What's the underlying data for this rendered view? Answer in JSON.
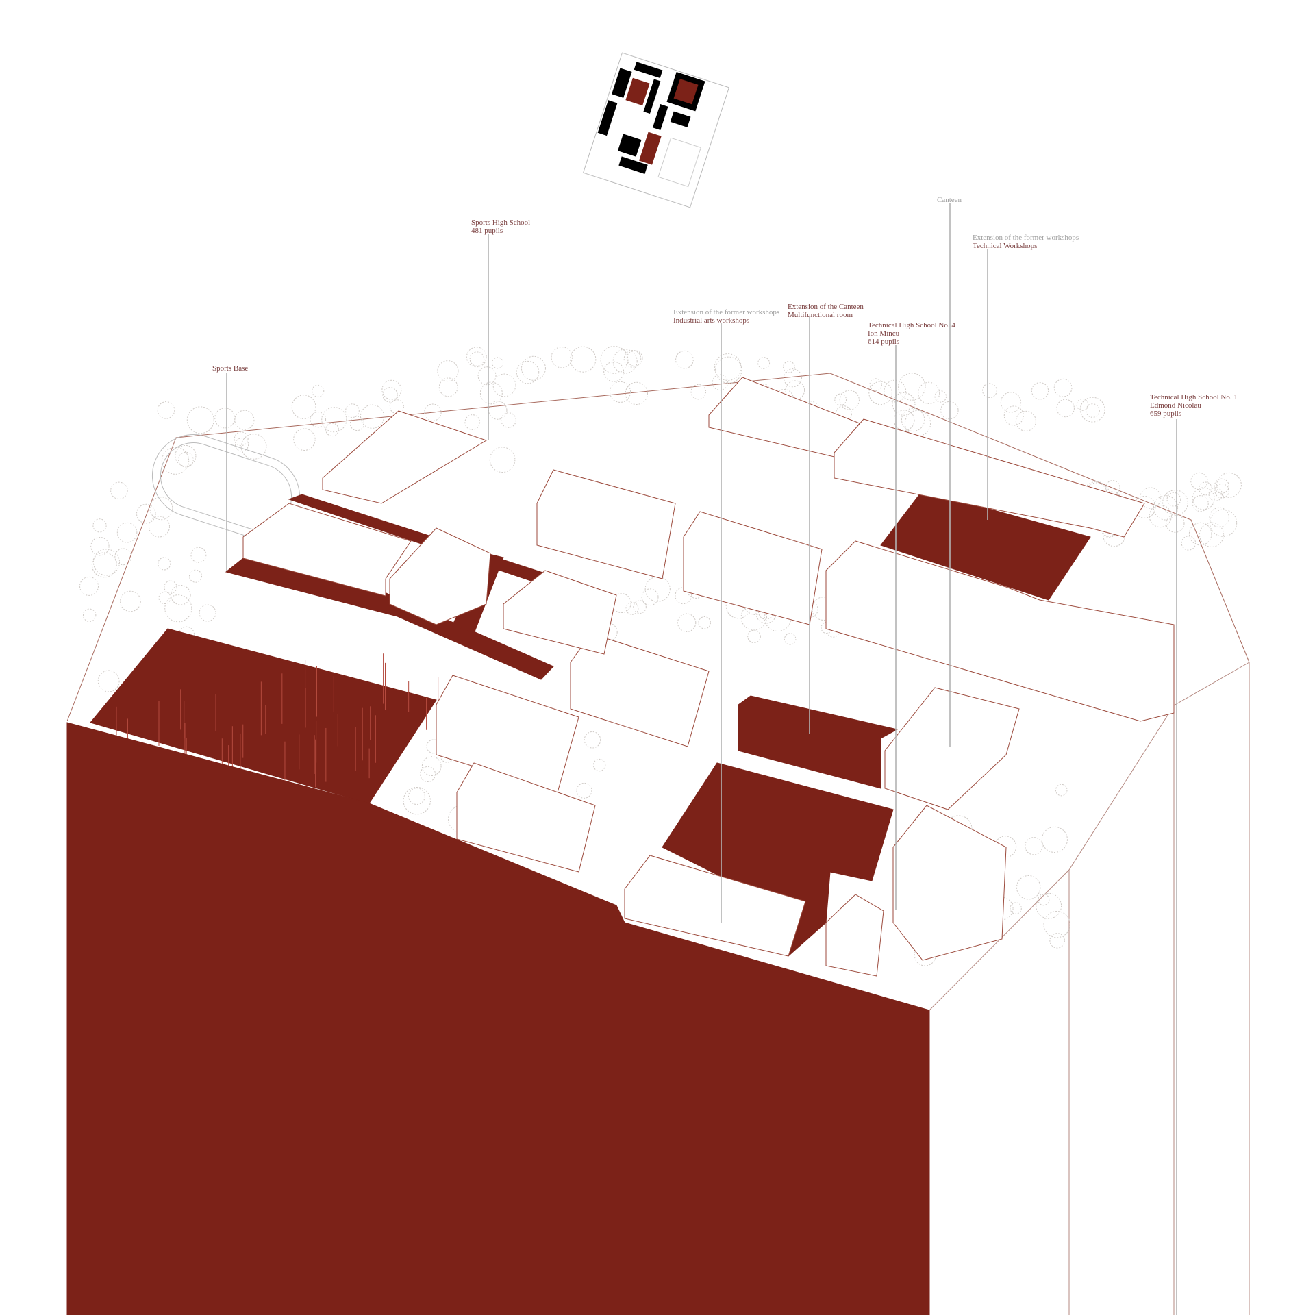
{
  "title": "Axonometric site plan of school campus",
  "colors": {
    "accent_red": "#7c2218",
    "label_text": "#7a3f3f",
    "secondary_text": "#a0a0a0",
    "outline": "#9c4a3c"
  },
  "labels": {
    "sports_base": {
      "line1": "Sports Base"
    },
    "sports_high_school": {
      "line1": "Sports High School",
      "line2": "481 pupils"
    },
    "industrial_arts": {
      "line1": "Extension of the former workshops",
      "line2": "Industrial arts workshops"
    },
    "canteen_extension": {
      "line1": "Extension of the Canteen",
      "line2": "Multifunctional room"
    },
    "technical_hs4": {
      "line1": "Technical High School No. 4",
      "line2": "Ion Mincu",
      "line3": "614 pupils"
    },
    "canteen": {
      "line1": "Canteen"
    },
    "technical_workshops": {
      "line1": "Extension of the former workshops",
      "line2": "Technical Workshops"
    },
    "technical_hs1": {
      "line1": "Technical High School No. 1",
      "line2": "Edmond Nicolau",
      "line3": "659 pupils"
    }
  }
}
